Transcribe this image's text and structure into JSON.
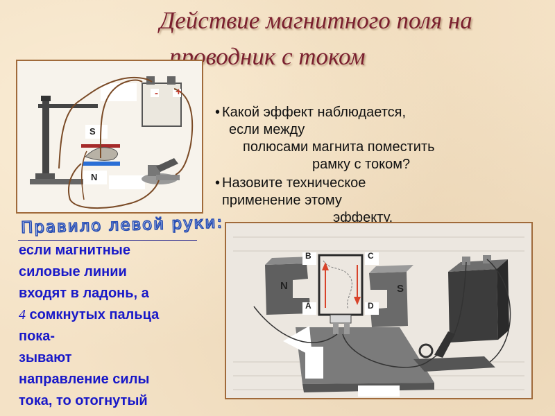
{
  "slide": {
    "title_line1": "Действие магнитного поля на",
    "title_line2": "проводник с током"
  },
  "figure_top": {
    "label_s": "S",
    "label_n": "N",
    "label_minus": "-",
    "label_plus": "+"
  },
  "figure_bottom": {
    "label_b": "B",
    "label_c": "C",
    "label_n": "N",
    "label_s": "S",
    "label_a": "A",
    "label_d": "D"
  },
  "questions": {
    "q1_line1": "Какой эффект наблюдается,",
    "q1_line2": "если между",
    "q1_line3": "полюсами магнита поместить",
    "q1_line4": "рамку с током?",
    "q2_line1": "Назовите техническое",
    "q2_line2": "применение этому",
    "q2_line3": "эффекту."
  },
  "rule": {
    "title": "Правило левой руки:",
    "line1": "если  магнитные",
    "line2": "силовые линии",
    "line3": "входят в ладонь, а",
    "line4_num": "4",
    "line4_rest": " сомкнутых пальца",
    "line5": "пока-",
    "line6": "зывают",
    "line7": "направление силы",
    "line8": "тока, то отогнутый"
  },
  "colors": {
    "title": "#7a1f2e",
    "rule_text": "#1818c8",
    "rule_title_outline": "#2a50b5",
    "magnet_s": "#a52a2a",
    "magnet_n": "#2b6fd6",
    "arrow": "#d8432a"
  }
}
